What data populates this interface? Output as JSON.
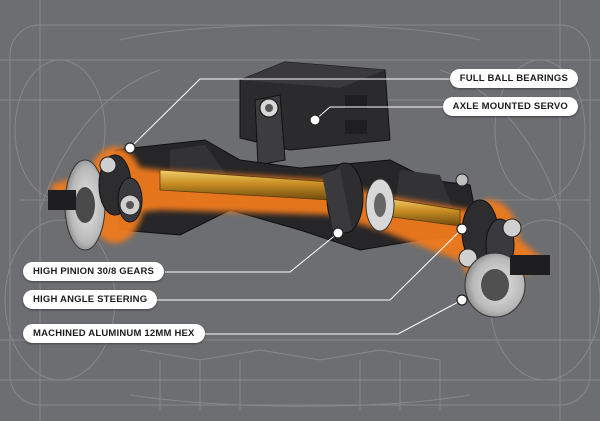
{
  "callouts": {
    "full_ball_bearings": "FULL BALL BEARINGS",
    "axle_mounted_servo": "AXLE MOUNTED SERVO",
    "high_pinion_gears": "HIGH PINION 30/8 GEARS",
    "high_angle_steering": "HIGH ANGLE STEERING",
    "machined_aluminum_hex": "MACHINED ALUMINUM 12MM HEX"
  },
  "colors": {
    "background": "#6d6e71",
    "blueprint_lines": "#8c8d90",
    "axle_gold": "#c99128",
    "highlight_glow": "#f07a1e",
    "parts_dark": "#2a2a2c",
    "label_bg": "#ffffff",
    "leader_line": "#ffffff"
  }
}
